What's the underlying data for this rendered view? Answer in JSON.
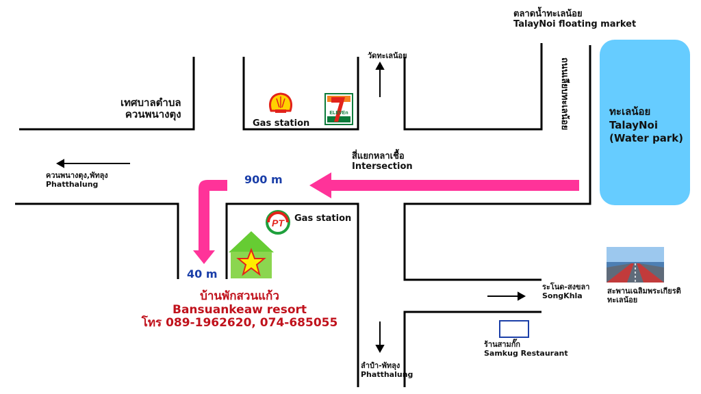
{
  "colors": {
    "road": "#000000",
    "arrow_pink": "#ff3399",
    "lake": "#66ccff",
    "distance_text": "#1a3ea8",
    "resort_text": "#c0121c",
    "resort_house": "#66cc33",
    "resort_star": "#ffee00"
  },
  "labels": {
    "floating_market_th": "ตลาดน้ำทะเลน้อย",
    "floating_market_en": "TalayNoi floating market",
    "road_vertical_th": "ถนนเลียบทะเลน้อย",
    "lake_th": "ทะเลน้อย",
    "lake_en1": "TalayNoi",
    "lake_en2": "(Water park)",
    "temple_th": "วัดทะเลน้อย",
    "municipality_line1": "เทศบาลตำบล",
    "municipality_line2": "ควนพนางตุง",
    "gas_station_top": "Gas station",
    "intersection_th": "สี่แยกหลาเชื้อ",
    "intersection_en": "Intersection",
    "west_th": "ควนพนางตุง,พัทลุง",
    "west_en": "Phatthalung",
    "distance_900": "900 m",
    "distance_40": "40 m",
    "gas_station_pt": "Gas station",
    "resort_th": "บ้านพักสวนแก้ว",
    "resort_en": "Bansuankeaw resort",
    "resort_phone": "โทร 089-1962620, 074-685055",
    "songkhla_th": "ระโนด-สงขลา",
    "songkhla_en": "SongKhla",
    "bridge_line1": "สะพานเฉลิมพระเกียรติ",
    "bridge_line2": "ทะเลน้อย",
    "restaurant_th": "ร้านสามกั๊ก",
    "restaurant_en": "Samkug Restaurant",
    "south_th": "ลำปำ-พัทลุง",
    "south_en": "Phatthalung"
  },
  "icons": {
    "shell": "shell-logo-icon",
    "seven_eleven": "seven-eleven-logo-icon",
    "seven_eleven_text": "ELEVEn",
    "pt": "pt-gas-logo-icon",
    "pt_text": "PT",
    "resort": "resort-house-star-icon",
    "restaurant": "restaurant-marker-icon",
    "bridge": "bridge-photo-icon"
  }
}
